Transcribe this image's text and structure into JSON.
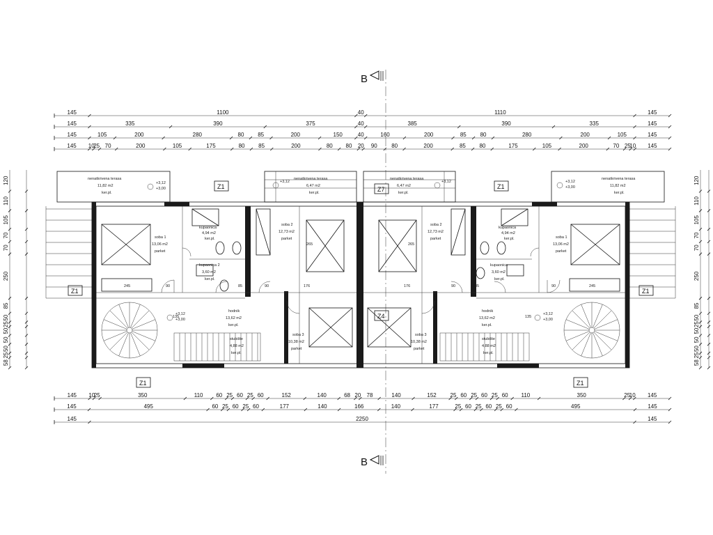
{
  "section_marks": {
    "top": "B",
    "bottom": "B"
  },
  "dims_top": [
    [
      "145",
      "1100",
      "40",
      "1110",
      "145"
    ],
    [
      "145",
      "335",
      "390",
      "375",
      "40",
      "385",
      "390",
      "335",
      "145"
    ],
    [
      "145",
      "105",
      "200",
      "280",
      "80",
      "85",
      "200",
      "150",
      "40",
      "160",
      "200",
      "85",
      "80",
      "280",
      "200",
      "105",
      "145"
    ],
    [
      "145",
      "10",
      "25",
      "70",
      "200",
      "105",
      "175",
      "80",
      "85",
      "200",
      "80",
      "80",
      "20",
      "90",
      "80",
      "200",
      "85",
      "80",
      "175",
      "105",
      "200",
      "70",
      "25",
      "10",
      "145"
    ]
  ],
  "dims_bottom": [
    [
      "145",
      "10",
      "25",
      "350",
      "110",
      "60",
      "25",
      "60",
      "25",
      "60",
      "152",
      "140",
      "68",
      "20",
      "78",
      "140",
      "152",
      "25",
      "60",
      "25",
      "60",
      "25",
      "60",
      "110",
      "350",
      "25",
      "10",
      "145"
    ],
    [
      "145",
      "495",
      "60",
      "25",
      "60",
      "25",
      "60",
      "177",
      "140",
      "166",
      "140",
      "177",
      "25",
      "60",
      "25",
      "60",
      "25",
      "60",
      "495",
      "145"
    ],
    [
      "145",
      "2250",
      "145"
    ]
  ],
  "dims_side": [
    "120",
    "110",
    "105",
    "70",
    "70",
    "250",
    "85",
    "50",
    "25",
    "50",
    "50",
    "50",
    "25",
    "58"
  ],
  "tags": {
    "z1": "Z1",
    "z7": "Z7",
    "z4": "Z4"
  },
  "levels": {
    "a": "+3,12",
    "b": "+3,00"
  },
  "rooms": {
    "terrace_name": "nenatkrivena terasa",
    "terrace_area": "11,82 m2",
    "terrace_floor": "ker.pl.",
    "balcony_area_l": "6,47 m2",
    "balcony_area_r": "6,47 m2",
    "soba1": "soba 1",
    "soba1_area": "13,06 m2",
    "soba2": "soba 2",
    "soba2_area": "12,73 m2",
    "soba3": "soba 3",
    "soba3_area": "10,38 m2",
    "parket": "parket",
    "kupaonica": "kupaonica",
    "kupaonica_area": "4,94 m2",
    "kupaonica2": "kupaonica 2",
    "kupaonica2_area": "3,60 m2",
    "hodnik": "hodnik",
    "hodnik_area": "13,62 m2",
    "ker": "ker.pl.",
    "stubiste": "stubište",
    "stubiste_area": "4,88 m2",
    "dim_265": "265",
    "dim_245": "245",
    "dim_135": "135",
    "dim_90": "90",
    "dim_176": "176",
    "dim_85": "85"
  }
}
